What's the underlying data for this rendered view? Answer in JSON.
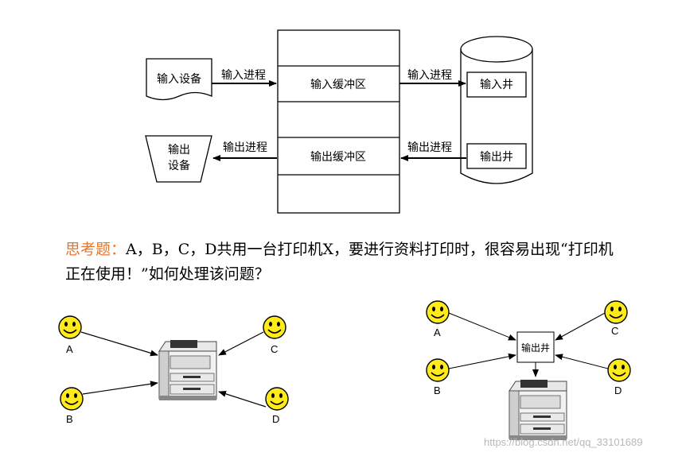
{
  "spooling": {
    "input_device": "输入设备",
    "output_device_line1": "输出",
    "output_device_line2": "设备",
    "input_process_left": "输入进程",
    "output_process_left": "输出进程",
    "input_buffer": "输入缓冲区",
    "output_buffer": "输出缓冲区",
    "input_process_right": "输入进程",
    "output_process_right": "输出进程",
    "input_well": "输入井",
    "output_well": "输出井"
  },
  "question": {
    "heading": "思考题：",
    "body": "A，B，C，D共用一台打印机X，要进行资料打印时，很容易出现“打印机正在使用！”如何处理该问题？"
  },
  "left_scene": {
    "users": [
      "A",
      "B",
      "C",
      "D"
    ]
  },
  "right_scene": {
    "users": [
      "A",
      "B",
      "C",
      "D"
    ],
    "spool_box": "输出井"
  },
  "watermark": "https://blog.csdn.net/qq_33101689"
}
